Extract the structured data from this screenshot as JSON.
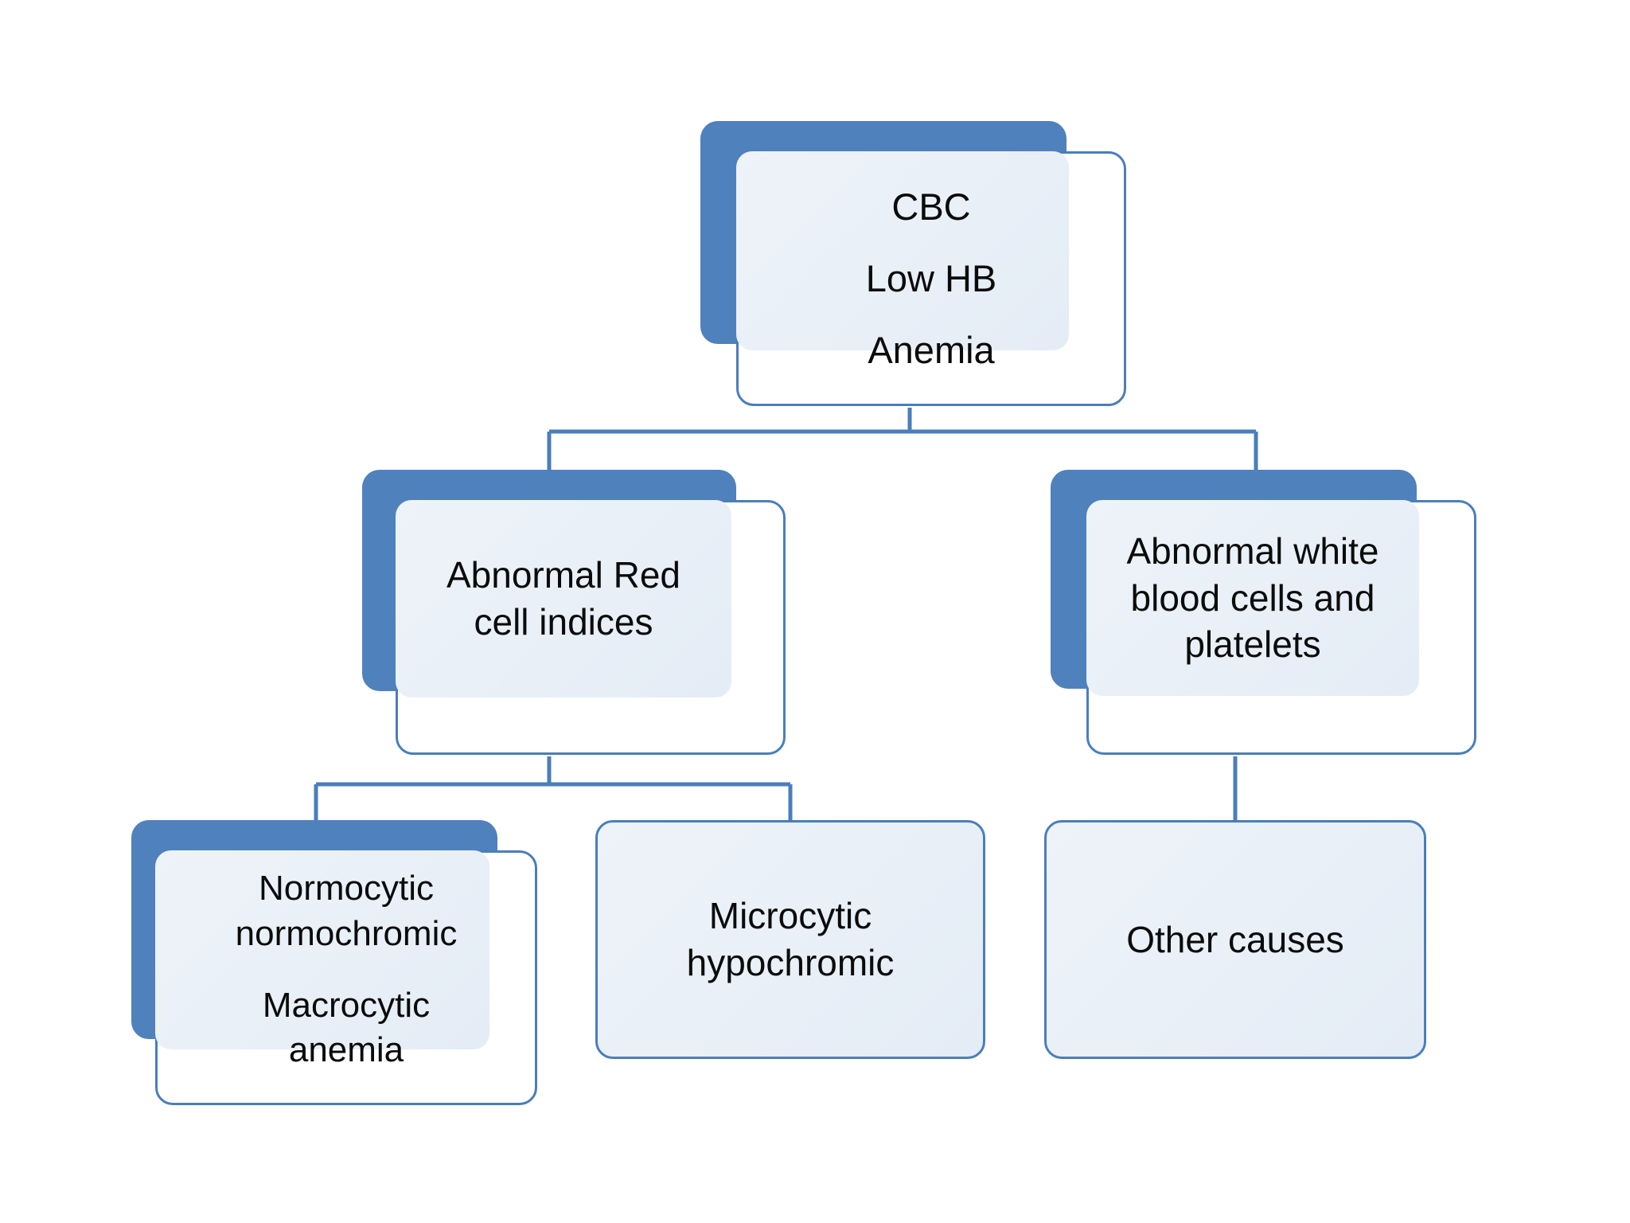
{
  "diagram": {
    "title": "Anemia CBC diagnostic flowchart",
    "colors": {
      "shadow_blue": "#4F81BD",
      "border_blue": "#4A7EBB",
      "connector_blue": "#4A7EBB",
      "fill_light": "#EAF0F8",
      "text": "#000000",
      "background": "#FFFFFF"
    },
    "nodes": {
      "root": {
        "line1": "CBC",
        "line2": "Low HB",
        "line3": "Anemia"
      },
      "abnormal_red": {
        "text": "Abnormal Red\ncell indices"
      },
      "abnormal_white": {
        "text": "Abnormal white\nblood cells and\nplatelets"
      },
      "normocytic": {
        "line1": "Normocytic\nnormochromic",
        "line2": "Macrocytic\nanemia"
      },
      "microcytic": {
        "text": "Microcytic\nhypochromic"
      },
      "other_causes": {
        "text": "Other causes"
      }
    },
    "edges": [
      {
        "from": "root",
        "to": "abnormal_red"
      },
      {
        "from": "root",
        "to": "abnormal_white"
      },
      {
        "from": "abnormal_red",
        "to": "normocytic"
      },
      {
        "from": "abnormal_red",
        "to": "microcytic"
      },
      {
        "from": "abnormal_white",
        "to": "other_causes"
      }
    ]
  }
}
